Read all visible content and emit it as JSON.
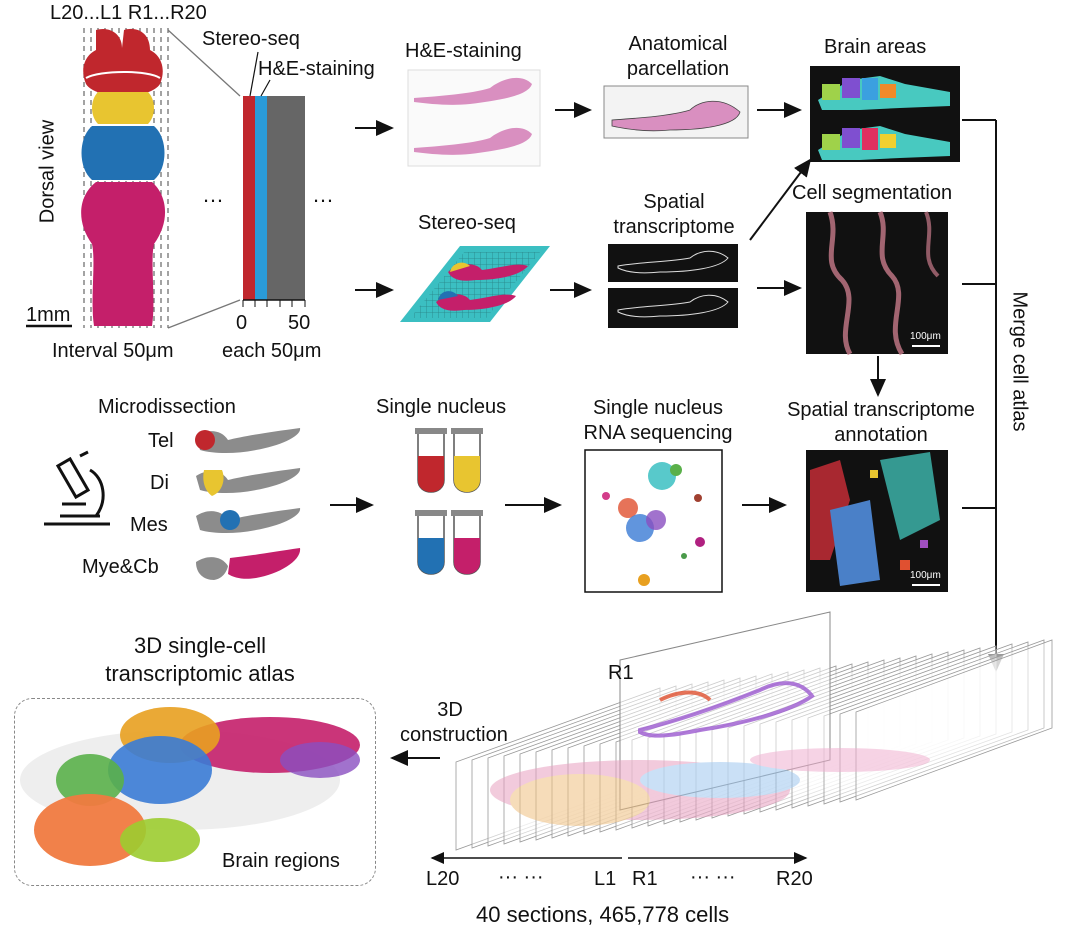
{
  "colors": {
    "telencephalon": "#c0272d",
    "diencephalon": "#e8c530",
    "mesencephalon": "#2271b3",
    "myelencephalon_cerebellum": "#c41f6a",
    "stain_pink": "#d98fc0",
    "stereo_teal": "#3bbfc2",
    "gray_brain": "#8c8c8c"
  },
  "top_left": {
    "section_axis": "L20...L1 R1...R20",
    "view_label": "Dorsal view",
    "scale_bar": "1mm",
    "interval": "Interval 50μm",
    "stereo_seq": "Stereo-seq",
    "he_staining": "H&E-staining",
    "ellipsis": "…",
    "scale_ticks": [
      "0",
      "50"
    ],
    "each": "each 50μm"
  },
  "row1": {
    "he_label": "H&E-staining",
    "anat_label": "Anatomical\nparcellation",
    "brain_areas": "Brain areas"
  },
  "row2": {
    "stereo_label": "Stereo-seq",
    "spatial_label": "Spatial\ntranscriptome",
    "cellseg_label": "Cell segmentation",
    "scale": "100μm"
  },
  "row3": {
    "microdissection": "Microdissection",
    "regions": [
      "Tel",
      "Di",
      "Mes",
      "Mye&Cb"
    ],
    "single_nucleus": "Single nucleus",
    "snrna": "Single nucleus\nRNA sequencing",
    "annotation": "Spatial transcriptome\nannotation",
    "scale": "100μm"
  },
  "merge_label": "Merge cell atlas",
  "bottom": {
    "atlas_title": "3D single-cell\ntranscriptomic atlas",
    "brain_regions": "Brain regions",
    "construction": "3D\nconstruction",
    "r1": "R1",
    "axis_left": "L20",
    "dots_left": "··· ···",
    "l1": "L1",
    "r1_axis": "R1",
    "dots_right": "··· ···",
    "r20": "R20",
    "summary": "40 sections, 465,778 cells"
  }
}
